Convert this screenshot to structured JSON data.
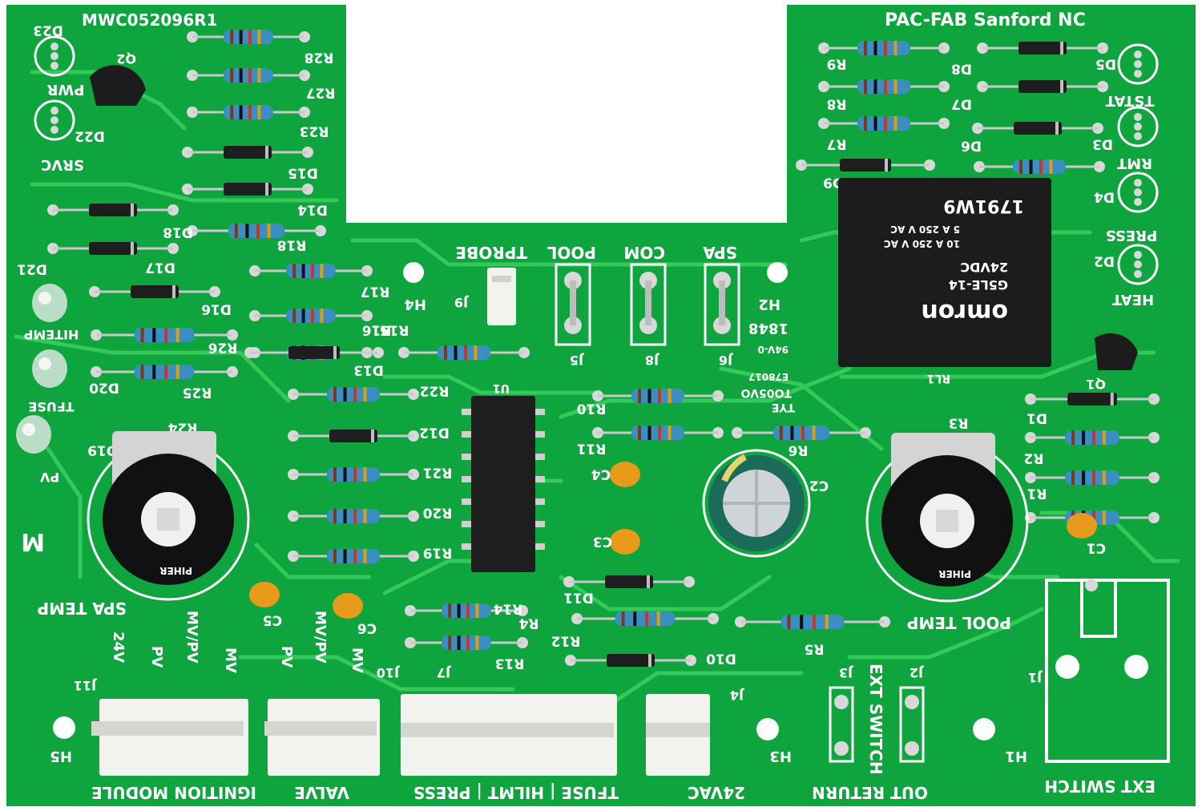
{
  "colors": {
    "board": "#0ea53f",
    "board_dark": "#0a8a33",
    "trace": "#35c95a",
    "silkscreen": "#ffffff",
    "resistor_body": "#3b8fc0",
    "diode_body": "#1e1e1e",
    "capacitor": "#e89a1a",
    "connector": "#f2f2ee",
    "pot": "#111111",
    "relay": "#1c1c1c",
    "electrolytic": "#1b6b5a"
  },
  "board_text": {
    "part_number": "MWC052096R1",
    "maker": "PAC-FAB  Sanford NC"
  },
  "indicators_left": [
    "PWR",
    "SRVC"
  ],
  "indicators_right": [
    "TSTAT",
    "RMT",
    "PRESS",
    "HEAT"
  ],
  "leds_left": [
    "HITEMP",
    "TFUSE",
    "PV"
  ],
  "header_labels": [
    "TPROBE",
    "POOL",
    "COM",
    "SPA"
  ],
  "jumper_labels": [
    "J9",
    "J5",
    "J8",
    "J6"
  ],
  "relay": {
    "brand": "omron",
    "model": "G5LE-14",
    "coil": "24VDC",
    "rating1": "10 A 250 V AC",
    "rating2": "5 A 250 V AC",
    "code": "1791W9",
    "ref": "RL1"
  },
  "pots": [
    "SPA TEMP",
    "POOL TEMP"
  ],
  "pot_brand": "PIHER",
  "misc": {
    "date_code": "1848",
    "cert": "94V-0",
    "cert2": "E78017",
    "tye": "TYE",
    "to": "TO05VO",
    "m": "M",
    "h1": "H1",
    "h2": "H2",
    "h3": "H3",
    "h4": "H4",
    "h5": "H5",
    "q1": "Q1",
    "q2": "Q2",
    "u1": "U1",
    "j1": "J1",
    "j2": "J2",
    "j3": "J3",
    "j4": "J4",
    "j7": "J7",
    "j10": "J10",
    "j11": "J11"
  },
  "pin_labels_j11": [
    "24V",
    "PV",
    "MV/PV",
    "MV"
  ],
  "pin_labels_j10": [
    "PV",
    "MV/PV",
    "MV"
  ],
  "bottom_labels": {
    "ignition": "IGNITION MODULE",
    "valve": "VALVE",
    "tfuse_block": "TFUSE | HILMT | PRESS",
    "vac": "24VAC",
    "ext_switch": "EXT SWITCH",
    "out_return": "OUT  RETURN",
    "ext_switch_v": "EXT SWITCH"
  },
  "resistors": [
    "R28",
    "R27",
    "R23",
    "R18",
    "R17",
    "R16",
    "R15",
    "R26",
    "R25",
    "R24",
    "R22",
    "R21",
    "R20",
    "R19",
    "R14",
    "R13",
    "R12",
    "R11",
    "R10",
    "R9",
    "R8",
    "R7",
    "R6",
    "R5",
    "R4",
    "R3",
    "R2",
    "R1"
  ],
  "diodes": [
    "D23",
    "D22",
    "D21",
    "D20",
    "D19",
    "D18",
    "D17",
    "D16",
    "D15",
    "D14",
    "D13",
    "D12",
    "D11",
    "D10",
    "D9",
    "D8",
    "D7",
    "D6",
    "D5",
    "D4",
    "D3",
    "D2",
    "D1"
  ],
  "caps": [
    "C1",
    "C2",
    "C3",
    "C4",
    "C5",
    "C6"
  ]
}
